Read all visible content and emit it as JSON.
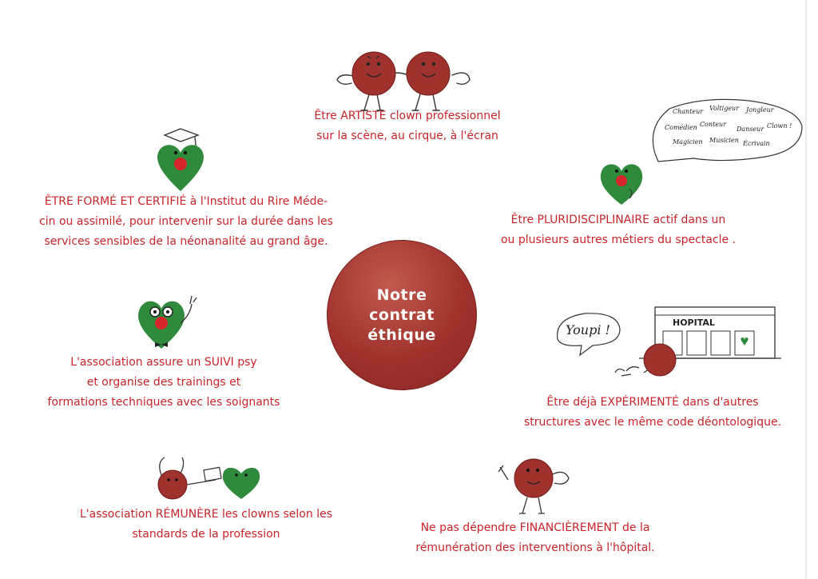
{
  "center": {
    "lines": [
      "Notre",
      "contrat",
      "éthique"
    ]
  },
  "blocks": {
    "artiste": [
      "Être ARTISTE clown professionnel",
      "sur la scène, au cirque, à l'écran"
    ],
    "forme": [
      "ÊTRE FORMÉ ET CERTIFIÉ à l'Institut du  Rire Méde-",
      "cin ou assimilé, pour intervenir sur la durée dans les",
      "services sensibles de la néonanalité au grand âge."
    ],
    "pluri": [
      "Être PLURIDISCIPLINAIRE actif dans un",
      "ou plusieurs autres métiers du spectacle ."
    ],
    "suivi": [
      "L'association assure un SUIVI psy",
      "et organise des trainings et",
      "formations techniques avec les soignants"
    ],
    "experimente": [
      "Être déjà EXPÉRIMENTÉ dans d'autres",
      "structures avec le même code déontologique."
    ],
    "remunere": [
      "L'association RÉMUNÈRE les clowns selon les",
      "standards de la profession"
    ],
    "financier": [
      "Ne pas dépendre FINANCIÈREMENT de la",
      "rémunération des interventions à l'hôpital."
    ]
  },
  "sketches": {
    "bubble_words": [
      "Chanteur",
      "Voltigeur",
      "Jongleur",
      "Comédien",
      "Conteur",
      "Clown !",
      "Danseur",
      "Magicien",
      "Musicien",
      "Écrivain"
    ],
    "youpi": "Youpi !",
    "hospital_sign": "HOPITAL"
  },
  "colors": {
    "text_red": "#c8242a",
    "clown_red": "#a0322d",
    "heart_green": "#2f8a3c",
    "nose_red": "#d7262b"
  }
}
